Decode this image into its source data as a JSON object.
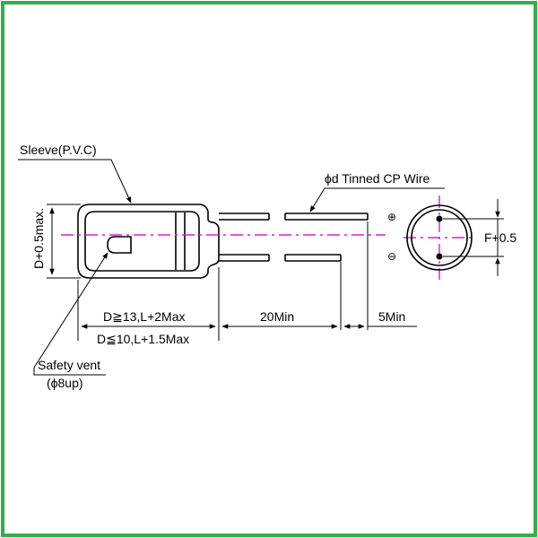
{
  "colors": {
    "frame": "#2db14a",
    "ink": "#000000",
    "centerline": "#e21ad6",
    "background": "#ffffff"
  },
  "labels": {
    "sleeve": "Sleeve(P.V.C)",
    "wire": "ϕd Tinned CP Wire",
    "height": "D+0.5max.",
    "pitch": "F+0.5",
    "length_large": "D≧13,L+2Max",
    "length_small": "D≦10,L+1.5Max",
    "lead_length": "20Min",
    "lead_end": "5Min",
    "safety_vent": "Safety vent",
    "safety_vent_size": "(ϕ8up)",
    "plus": "⊕",
    "minus": "⊖"
  }
}
